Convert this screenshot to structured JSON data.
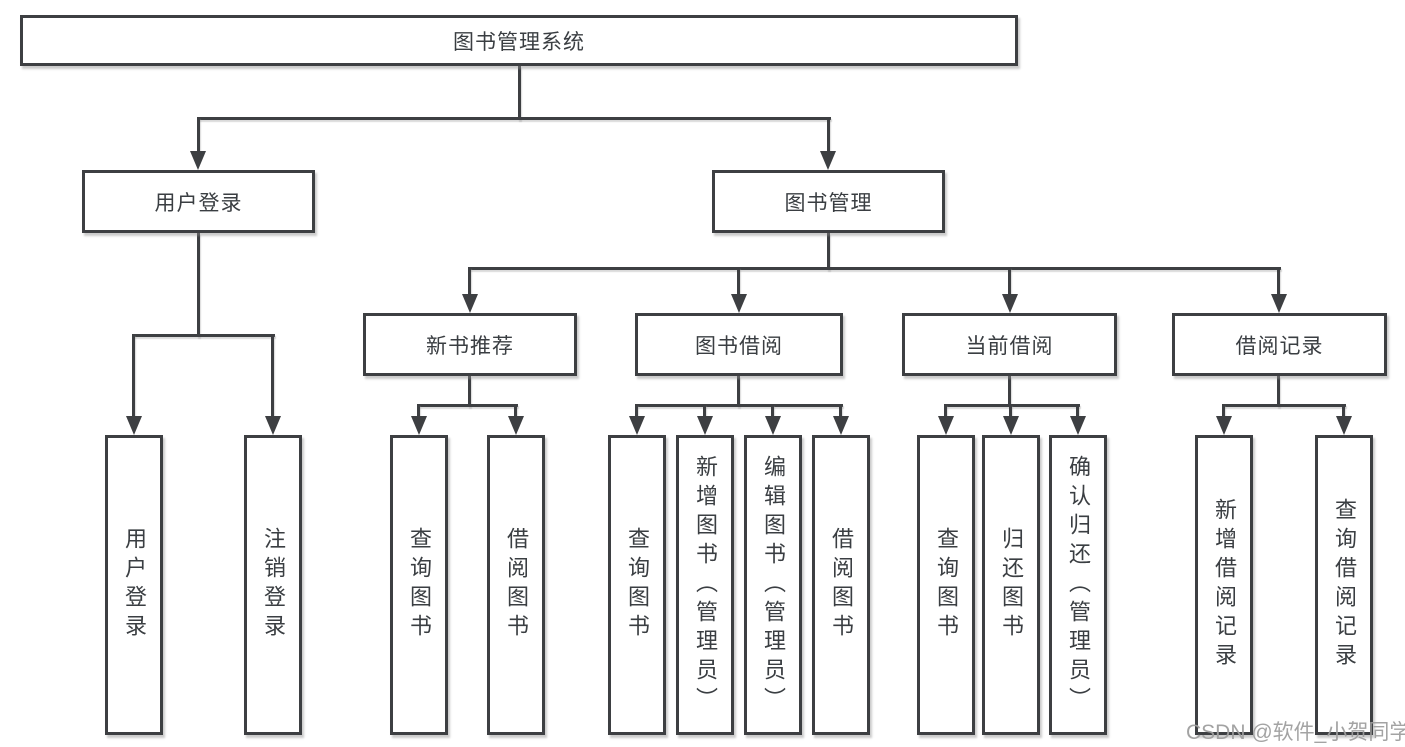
{
  "tree": {
    "label": "图书管理系统",
    "children": [
      {
        "label": "用户登录",
        "children": [
          {
            "label": "用户登录"
          },
          {
            "label": "注销登录"
          }
        ]
      },
      {
        "label": "图书管理",
        "children": [
          {
            "label": "新书推荐",
            "children": [
              {
                "label": "查询图书"
              },
              {
                "label": "借阅图书"
              }
            ]
          },
          {
            "label": "图书借阅",
            "children": [
              {
                "label": "查询图书"
              },
              {
                "label": "新增图书（管理员）"
              },
              {
                "label": "编辑图书（管理员）"
              },
              {
                "label": "借阅图书"
              }
            ]
          },
          {
            "label": "当前借阅",
            "children": [
              {
                "label": "查询图书"
              },
              {
                "label": "归还图书"
              },
              {
                "label": "确认归还（管理员）"
              }
            ]
          },
          {
            "label": "借阅记录",
            "children": [
              {
                "label": "新增借阅记录"
              },
              {
                "label": "查询借阅记录"
              }
            ]
          }
        ]
      }
    ]
  },
  "watermark": {
    "text": "CSDN @软件_小贺同学"
  },
  "colors": {
    "line": "#3d3f42",
    "watermark": "#9e9e9e",
    "background": "#ffffff"
  }
}
